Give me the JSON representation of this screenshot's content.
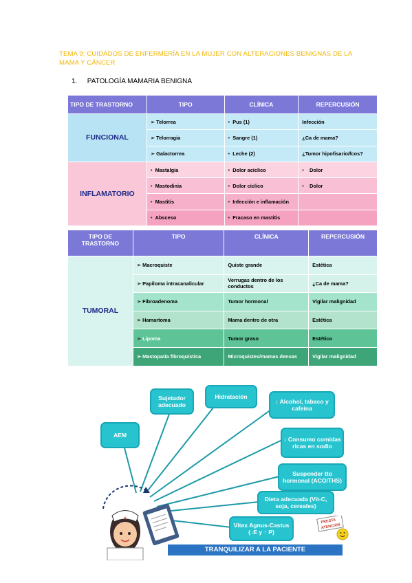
{
  "header": {
    "title": "TEMA 9: CUIDADOS DE ENFERMERÍA EN LA MUJER CON ALTERACIONES BENIGNAS DE LA MAMA Y CÁNCER"
  },
  "section": {
    "number": "1.",
    "title": "PATOLOGÍA MAMARIA BENIGNA"
  },
  "table1": {
    "headers": [
      "TIPO DE TRASTORNO",
      "TIPO",
      "CLÍNICA",
      "REPERCUSIÓN"
    ],
    "groups": [
      {
        "name": "FUNCIONAL",
        "rows": [
          {
            "tipo": "Telorrea",
            "clinica": "Pus (1)",
            "repercusion": "Infección"
          },
          {
            "tipo": "Telorragia",
            "clinica": "Sangre (1)",
            "repercusion": "¿Ca de mama?"
          },
          {
            "tipo": "Galactorrea",
            "clinica": "Leche (2)",
            "repercusion": "¿Tumor hipofisario/fcos?"
          }
        ]
      },
      {
        "name": "INFLAMATORIO",
        "rows": [
          {
            "tipo": "Mastalgia",
            "clinica": "Dolor acíclico",
            "repercusion": "Dolor"
          },
          {
            "tipo": "Mastodinia",
            "clinica": "Dolor cíclico",
            "repercusion": "Dolor"
          },
          {
            "tipo": "Mastitis",
            "clinica": "Infección e inflamación",
            "repercusion": ""
          },
          {
            "tipo": "Absceso",
            "clinica": "Fracaso en mastitis",
            "repercusion": ""
          }
        ]
      }
    ]
  },
  "table2": {
    "headers": [
      "TIPO DE TRASTORNO",
      "TIPO",
      "CLÍNICA",
      "REPERCUSIÓN"
    ],
    "group": "TUMORAL",
    "rows": [
      {
        "tipo": "Macroquiste",
        "clinica": "Quiste grande",
        "repercusion": "Estética"
      },
      {
        "tipo": "Papiloma intracanalicular",
        "clinica": "Verrugas dentro de los conductos",
        "repercusion": "¿Ca de mama?"
      },
      {
        "tipo": "Fibroadenoma",
        "clinica": "Tumor hormonal",
        "repercusion": "Vigilar malignidad"
      },
      {
        "tipo": "Hamartoma",
        "clinica": "Mama dentro de otra",
        "repercusion": "Estética"
      },
      {
        "tipo": "Lipoma",
        "clinica": "Tumor graso",
        "repercusion": "Estética"
      },
      {
        "tipo": "Mastopatía fibroquística",
        "clinica": "Microquistes/mamas densas",
        "repercusion": "Vigilar malignidad"
      }
    ]
  },
  "mindmap": {
    "items": {
      "aem": "AEM",
      "sujetador": "Sujetador adecuado",
      "hidratacion": "Hidratación",
      "alcohol": "↓ Alcohol, tabaco y cafeína",
      "sodio": "↓ Consumo comidas ricas en sodio",
      "hormonal": "Suspender tto hormonal (ACO/THS)",
      "dieta": "Dieta adecuada (Vit-C, soja, cereales)",
      "vitex": "Vitex Agnus-Castus (↓E y ↑ P)"
    },
    "banner": "TRANQUILIZAR A LA PACIENTE",
    "sticker_line1": "PRESTA",
    "sticker_line2": "ATENCIÓN",
    "nurse_cap_symbol": "+",
    "colors": {
      "box": "#27c4cf",
      "banner": "#2b73c3"
    }
  },
  "colors": {
    "header_text": "#f0b400",
    "table_header": "#7b78d8",
    "funcional_rows": "#c5eaf7",
    "inflamatorio_rows": "#f9c7d8",
    "tumoral_group": "#d9f4ef"
  }
}
